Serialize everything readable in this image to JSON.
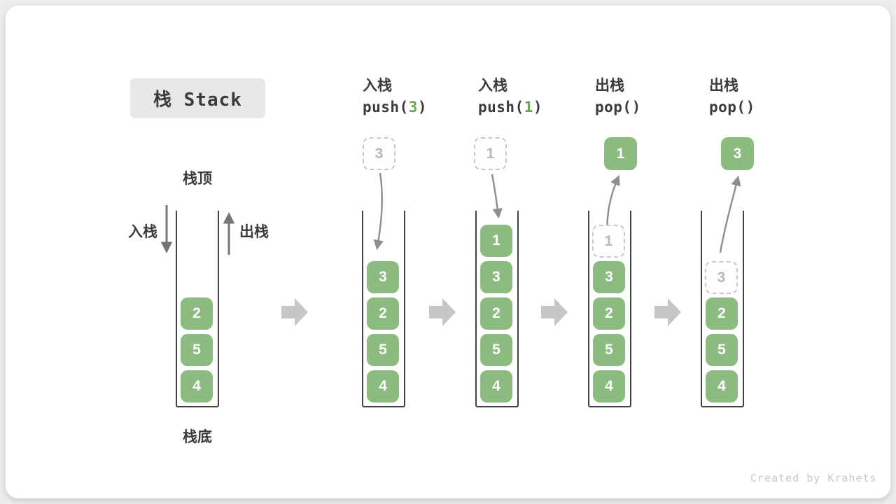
{
  "title": "栈 Stack",
  "watermark": "Created by Krahets",
  "labels": {
    "stack_top": "栈顶",
    "stack_bottom": "栈底",
    "push_in": "入栈",
    "pop_out": "出栈"
  },
  "colors": {
    "item_green": "#8cbb7f",
    "code_arg_green": "#6aa84f",
    "text_dark": "#3b3b3b",
    "title_bg": "#e7e7e7",
    "ghost_border": "#c9c9c9",
    "ghost_text": "#b8b8b8",
    "container_border": "#424242",
    "block_arrow_gray": "#c6c6c6",
    "thin_arrow_gray": "#8e8e8e",
    "watermark_gray": "#c9c9c9"
  },
  "stages": [
    {
      "name": "initial",
      "items": [
        "2",
        "5",
        "4"
      ]
    },
    {
      "name": "push-3",
      "op_label": "入栈",
      "code_pre": "push(",
      "code_arg": "3",
      "code_post": ")",
      "floating_value": "3",
      "items": [
        "3",
        "2",
        "5",
        "4"
      ]
    },
    {
      "name": "push-1",
      "op_label": "入栈",
      "code_pre": "push(",
      "code_arg": "1",
      "code_post": ")",
      "floating_value": "1",
      "items": [
        "1",
        "3",
        "2",
        "5",
        "4"
      ]
    },
    {
      "name": "pop-1",
      "op_label": "出栈",
      "code_pre": "pop()",
      "code_arg": "",
      "code_post": "",
      "popped_value": "1",
      "ghost_value": "1",
      "items": [
        "3",
        "2",
        "5",
        "4"
      ]
    },
    {
      "name": "pop-3",
      "op_label": "出栈",
      "code_pre": "pop()",
      "code_arg": "",
      "code_post": "",
      "popped_value": "3",
      "ghost_value": "3",
      "items": [
        "2",
        "5",
        "4"
      ]
    }
  ]
}
